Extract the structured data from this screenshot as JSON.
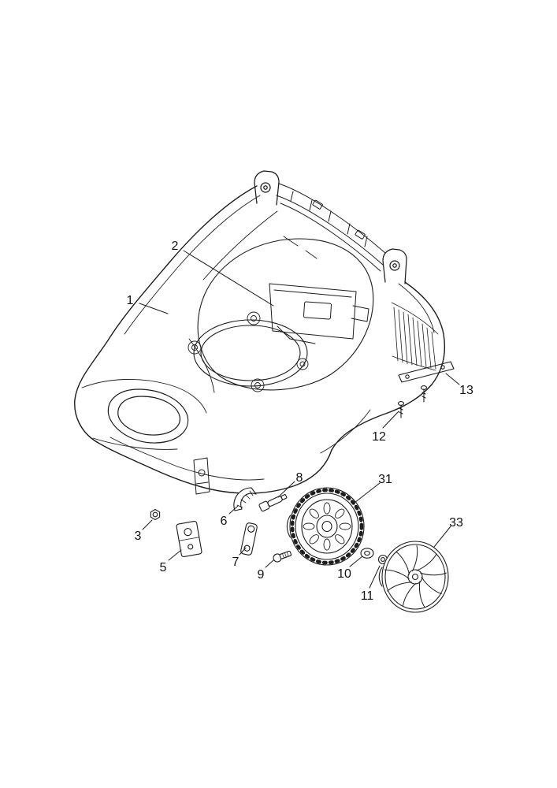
{
  "page": {
    "background": "#ffffff",
    "line_color": "#1c1c1c",
    "label_color": "#111111"
  },
  "labels": {
    "p1": "1",
    "p2": "2",
    "p3": "3",
    "p5": "5",
    "p6": "6",
    "p7": "7",
    "p8": "8",
    "p9": "9",
    "p10": "10",
    "p11": "11",
    "p12": "12",
    "p13": "13",
    "p31": "31",
    "p33": "33"
  }
}
